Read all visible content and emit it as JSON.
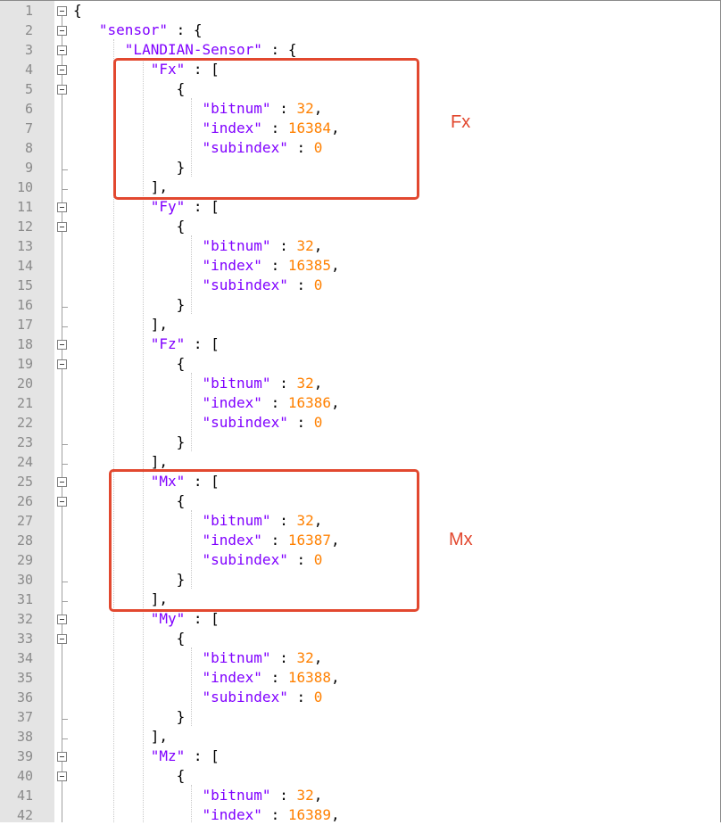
{
  "editor": {
    "language": "json",
    "colors": {
      "key": "#8000ff",
      "number": "#ff8000",
      "punctuation": "#000000",
      "line_number": "#8a8a8a",
      "gutter": "#e4e4e4",
      "annotation": "#e2482f"
    },
    "lines": [
      {
        "num": "1",
        "fold": "open",
        "indent": "",
        "tokens": [
          {
            "t": "{",
            "c": "punct"
          }
        ]
      },
      {
        "num": "2",
        "fold": "open",
        "indent": "   ",
        "tokens": [
          {
            "t": "\"sensor\"",
            "c": "key"
          },
          {
            "t": " : {",
            "c": "punct"
          }
        ]
      },
      {
        "num": "3",
        "fold": "open",
        "indent": "      ",
        "tokens": [
          {
            "t": "\"LANDIAN-Sensor\"",
            "c": "key"
          },
          {
            "t": " : {",
            "c": "punct"
          }
        ]
      },
      {
        "num": "4",
        "fold": "open",
        "indent": "         ",
        "tokens": [
          {
            "t": "\"Fx\"",
            "c": "key"
          },
          {
            "t": " : [",
            "c": "punct"
          }
        ]
      },
      {
        "num": "5",
        "fold": "open",
        "indent": "            ",
        "tokens": [
          {
            "t": "{",
            "c": "punct"
          }
        ]
      },
      {
        "num": "6",
        "fold": "",
        "indent": "               ",
        "tokens": [
          {
            "t": "\"bitnum\"",
            "c": "key"
          },
          {
            "t": " : ",
            "c": "punct"
          },
          {
            "t": "32",
            "c": "num"
          },
          {
            "t": ",",
            "c": "punct"
          }
        ]
      },
      {
        "num": "7",
        "fold": "",
        "indent": "               ",
        "tokens": [
          {
            "t": "\"index\"",
            "c": "key"
          },
          {
            "t": " : ",
            "c": "punct"
          },
          {
            "t": "16384",
            "c": "num"
          },
          {
            "t": ",",
            "c": "punct"
          }
        ]
      },
      {
        "num": "8",
        "fold": "",
        "indent": "               ",
        "tokens": [
          {
            "t": "\"subindex\"",
            "c": "key"
          },
          {
            "t": " : ",
            "c": "punct"
          },
          {
            "t": "0",
            "c": "num"
          }
        ]
      },
      {
        "num": "9",
        "fold": "end",
        "indent": "            ",
        "tokens": [
          {
            "t": "}",
            "c": "punct"
          }
        ]
      },
      {
        "num": "10",
        "fold": "end",
        "indent": "         ",
        "tokens": [
          {
            "t": "],",
            "c": "punct"
          }
        ]
      },
      {
        "num": "11",
        "fold": "open",
        "indent": "         ",
        "tokens": [
          {
            "t": "\"Fy\"",
            "c": "key"
          },
          {
            "t": " : [",
            "c": "punct"
          }
        ]
      },
      {
        "num": "12",
        "fold": "open",
        "indent": "            ",
        "tokens": [
          {
            "t": "{",
            "c": "punct"
          }
        ]
      },
      {
        "num": "13",
        "fold": "",
        "indent": "               ",
        "tokens": [
          {
            "t": "\"bitnum\"",
            "c": "key"
          },
          {
            "t": " : ",
            "c": "punct"
          },
          {
            "t": "32",
            "c": "num"
          },
          {
            "t": ",",
            "c": "punct"
          }
        ]
      },
      {
        "num": "14",
        "fold": "",
        "indent": "               ",
        "tokens": [
          {
            "t": "\"index\"",
            "c": "key"
          },
          {
            "t": " : ",
            "c": "punct"
          },
          {
            "t": "16385",
            "c": "num"
          },
          {
            "t": ",",
            "c": "punct"
          }
        ]
      },
      {
        "num": "15",
        "fold": "",
        "indent": "               ",
        "tokens": [
          {
            "t": "\"subindex\"",
            "c": "key"
          },
          {
            "t": " : ",
            "c": "punct"
          },
          {
            "t": "0",
            "c": "num"
          }
        ]
      },
      {
        "num": "16",
        "fold": "end",
        "indent": "            ",
        "tokens": [
          {
            "t": "}",
            "c": "punct"
          }
        ]
      },
      {
        "num": "17",
        "fold": "end",
        "indent": "         ",
        "tokens": [
          {
            "t": "],",
            "c": "punct"
          }
        ]
      },
      {
        "num": "18",
        "fold": "open",
        "indent": "         ",
        "tokens": [
          {
            "t": "\"Fz\"",
            "c": "key"
          },
          {
            "t": " : [",
            "c": "punct"
          }
        ]
      },
      {
        "num": "19",
        "fold": "open",
        "indent": "            ",
        "tokens": [
          {
            "t": "{",
            "c": "punct"
          }
        ]
      },
      {
        "num": "20",
        "fold": "",
        "indent": "               ",
        "tokens": [
          {
            "t": "\"bitnum\"",
            "c": "key"
          },
          {
            "t": " : ",
            "c": "punct"
          },
          {
            "t": "32",
            "c": "num"
          },
          {
            "t": ",",
            "c": "punct"
          }
        ]
      },
      {
        "num": "21",
        "fold": "",
        "indent": "               ",
        "tokens": [
          {
            "t": "\"index\"",
            "c": "key"
          },
          {
            "t": " : ",
            "c": "punct"
          },
          {
            "t": "16386",
            "c": "num"
          },
          {
            "t": ",",
            "c": "punct"
          }
        ]
      },
      {
        "num": "22",
        "fold": "",
        "indent": "               ",
        "tokens": [
          {
            "t": "\"subindex\"",
            "c": "key"
          },
          {
            "t": " : ",
            "c": "punct"
          },
          {
            "t": "0",
            "c": "num"
          }
        ]
      },
      {
        "num": "23",
        "fold": "end",
        "indent": "            ",
        "tokens": [
          {
            "t": "}",
            "c": "punct"
          }
        ]
      },
      {
        "num": "24",
        "fold": "end",
        "indent": "         ",
        "tokens": [
          {
            "t": "],",
            "c": "punct"
          }
        ]
      },
      {
        "num": "25",
        "fold": "open",
        "indent": "         ",
        "tokens": [
          {
            "t": "\"Mx\"",
            "c": "key"
          },
          {
            "t": " : [",
            "c": "punct"
          }
        ]
      },
      {
        "num": "26",
        "fold": "open",
        "indent": "            ",
        "tokens": [
          {
            "t": "{",
            "c": "punct"
          }
        ]
      },
      {
        "num": "27",
        "fold": "",
        "indent": "               ",
        "tokens": [
          {
            "t": "\"bitnum\"",
            "c": "key"
          },
          {
            "t": " : ",
            "c": "punct"
          },
          {
            "t": "32",
            "c": "num"
          },
          {
            "t": ",",
            "c": "punct"
          }
        ]
      },
      {
        "num": "28",
        "fold": "",
        "indent": "               ",
        "tokens": [
          {
            "t": "\"index\"",
            "c": "key"
          },
          {
            "t": " : ",
            "c": "punct"
          },
          {
            "t": "16387",
            "c": "num"
          },
          {
            "t": ",",
            "c": "punct"
          }
        ]
      },
      {
        "num": "29",
        "fold": "",
        "indent": "               ",
        "tokens": [
          {
            "t": "\"subindex\"",
            "c": "key"
          },
          {
            "t": " : ",
            "c": "punct"
          },
          {
            "t": "0",
            "c": "num"
          }
        ]
      },
      {
        "num": "30",
        "fold": "end",
        "indent": "            ",
        "tokens": [
          {
            "t": "}",
            "c": "punct"
          }
        ]
      },
      {
        "num": "31",
        "fold": "end",
        "indent": "         ",
        "tokens": [
          {
            "t": "],",
            "c": "punct"
          }
        ]
      },
      {
        "num": "32",
        "fold": "open",
        "indent": "         ",
        "tokens": [
          {
            "t": "\"My\"",
            "c": "key"
          },
          {
            "t": " : [",
            "c": "punct"
          }
        ]
      },
      {
        "num": "33",
        "fold": "open",
        "indent": "            ",
        "tokens": [
          {
            "t": "{",
            "c": "punct"
          }
        ]
      },
      {
        "num": "34",
        "fold": "",
        "indent": "               ",
        "tokens": [
          {
            "t": "\"bitnum\"",
            "c": "key"
          },
          {
            "t": " : ",
            "c": "punct"
          },
          {
            "t": "32",
            "c": "num"
          },
          {
            "t": ",",
            "c": "punct"
          }
        ]
      },
      {
        "num": "35",
        "fold": "",
        "indent": "               ",
        "tokens": [
          {
            "t": "\"index\"",
            "c": "key"
          },
          {
            "t": " : ",
            "c": "punct"
          },
          {
            "t": "16388",
            "c": "num"
          },
          {
            "t": ",",
            "c": "punct"
          }
        ]
      },
      {
        "num": "36",
        "fold": "",
        "indent": "               ",
        "tokens": [
          {
            "t": "\"subindex\"",
            "c": "key"
          },
          {
            "t": " : ",
            "c": "punct"
          },
          {
            "t": "0",
            "c": "num"
          }
        ]
      },
      {
        "num": "37",
        "fold": "end",
        "indent": "            ",
        "tokens": [
          {
            "t": "}",
            "c": "punct"
          }
        ]
      },
      {
        "num": "38",
        "fold": "end",
        "indent": "         ",
        "tokens": [
          {
            "t": "],",
            "c": "punct"
          }
        ]
      },
      {
        "num": "39",
        "fold": "open",
        "indent": "         ",
        "tokens": [
          {
            "t": "\"Mz\"",
            "c": "key"
          },
          {
            "t": " : [",
            "c": "punct"
          }
        ]
      },
      {
        "num": "40",
        "fold": "open",
        "indent": "            ",
        "tokens": [
          {
            "t": "{",
            "c": "punct"
          }
        ]
      },
      {
        "num": "41",
        "fold": "",
        "indent": "               ",
        "tokens": [
          {
            "t": "\"bitnum\"",
            "c": "key"
          },
          {
            "t": " : ",
            "c": "punct"
          },
          {
            "t": "32",
            "c": "num"
          },
          {
            "t": ",",
            "c": "punct"
          }
        ]
      },
      {
        "num": "42",
        "fold": "",
        "indent": "               ",
        "tokens": [
          {
            "t": "\"index\"",
            "c": "key"
          },
          {
            "t": " : ",
            "c": "punct"
          },
          {
            "t": "16389",
            "c": "num"
          },
          {
            "t": ",",
            "c": "punct"
          }
        ]
      }
    ]
  },
  "annotations": [
    {
      "label": "Fx"
    },
    {
      "label": "Mx"
    }
  ]
}
